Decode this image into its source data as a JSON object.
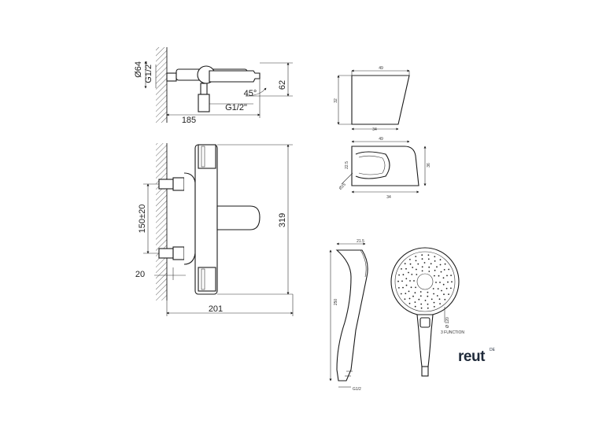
{
  "side_view": {
    "dim_diameter": "Ø64",
    "dim_thread_top": "G1/2\"",
    "dim_height": "62",
    "dim_thread_bottom": "G1/2\"",
    "dim_depth": "185",
    "dim_angle": "45°"
  },
  "front_view": {
    "dim_centers": "150±20",
    "dim_height": "319",
    "dim_offset": "20",
    "dim_width": "201"
  },
  "holder_side": {
    "dim_top": "49",
    "dim_height": "32",
    "dim_bottom": "34"
  },
  "holder_top": {
    "dim_top": "49",
    "dim_right": "36",
    "dim_inner": "22.5",
    "dim_dia": "Ø25",
    "dim_bottom": "34"
  },
  "shower_side": {
    "dim_top": "21.5",
    "dim_length": "250",
    "dim_bottom": "G1/2"
  },
  "shower_front": {
    "dim_dia": "Ø 120",
    "dim_label": "3 FUNCTION"
  },
  "brand": {
    "name": "reut",
    "superscript": "DE"
  }
}
